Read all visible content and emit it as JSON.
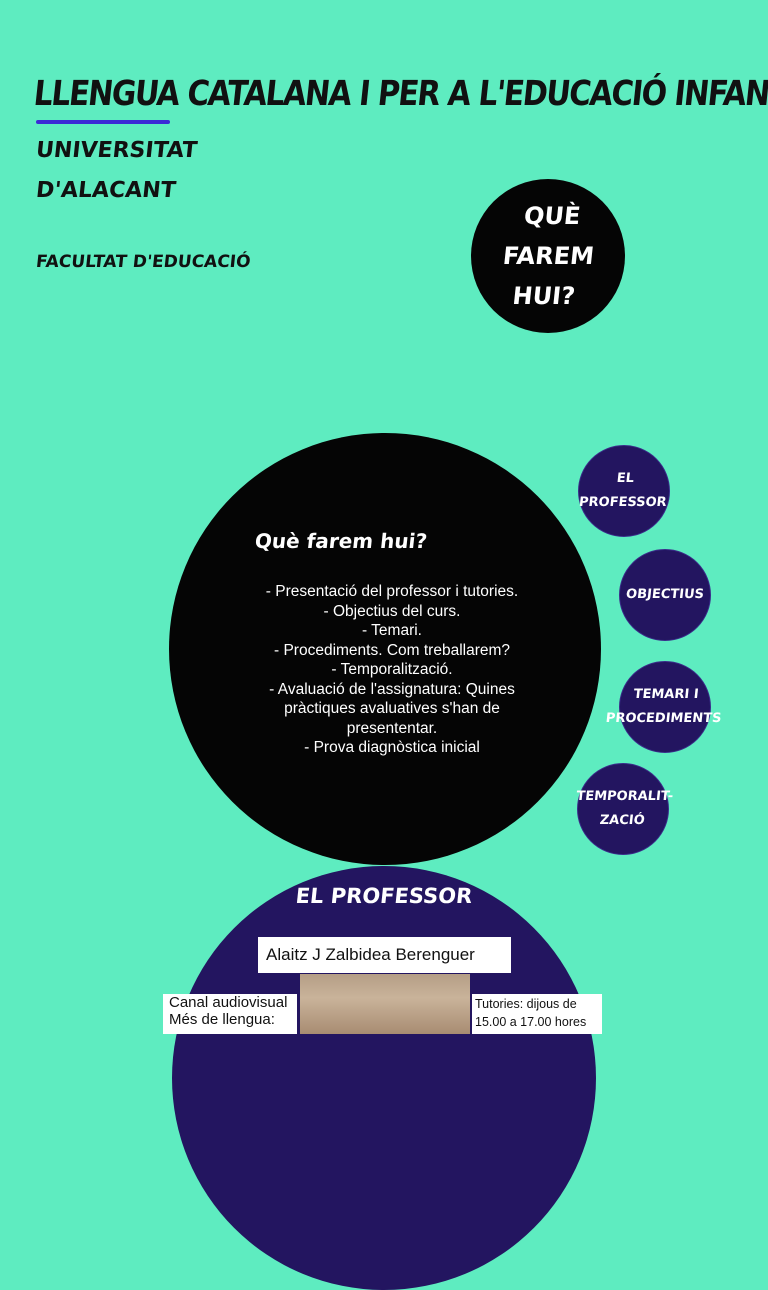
{
  "header": {
    "title": "Llengua catalana I per a l'Educació Infantil",
    "university_line1": "Universitat",
    "university_line2": "d'Alacant",
    "faculty": "Facultat d'Educació"
  },
  "intro": {
    "label": "Què farem hui?"
  },
  "agenda": {
    "heading": "Què farem hui?",
    "items": [
      "- Presentació del professor i tutories.",
      "- Objectius del curs.",
      "- Temari.",
      "- Procediments. Com treballarem?",
      "- Temporalització.",
      "- Avaluació de l'assignatura: Quines pràctiques avaluatives s'han de presententar.",
      "- Prova diagnòstica inicial"
    ]
  },
  "nav": {
    "professor": "El professor",
    "objectius": "Objectius",
    "temari": "Temari i procediments",
    "temporalitzacio": "Temporalit-zació"
  },
  "professor": {
    "heading": "El professor",
    "name": "Alaitz J Zalbidea Berenguer",
    "channel_line1": "Canal audiovisual",
    "channel_line2": "Més de llengua:",
    "tutoring_line1": "Tutories: dijous de",
    "tutoring_line2": "15.00 a 17.00 hores"
  },
  "colors": {
    "background": "#5eecc0",
    "black_circle": "#050505",
    "nav_circle": "#231560",
    "underline": "#3b2bd6"
  }
}
